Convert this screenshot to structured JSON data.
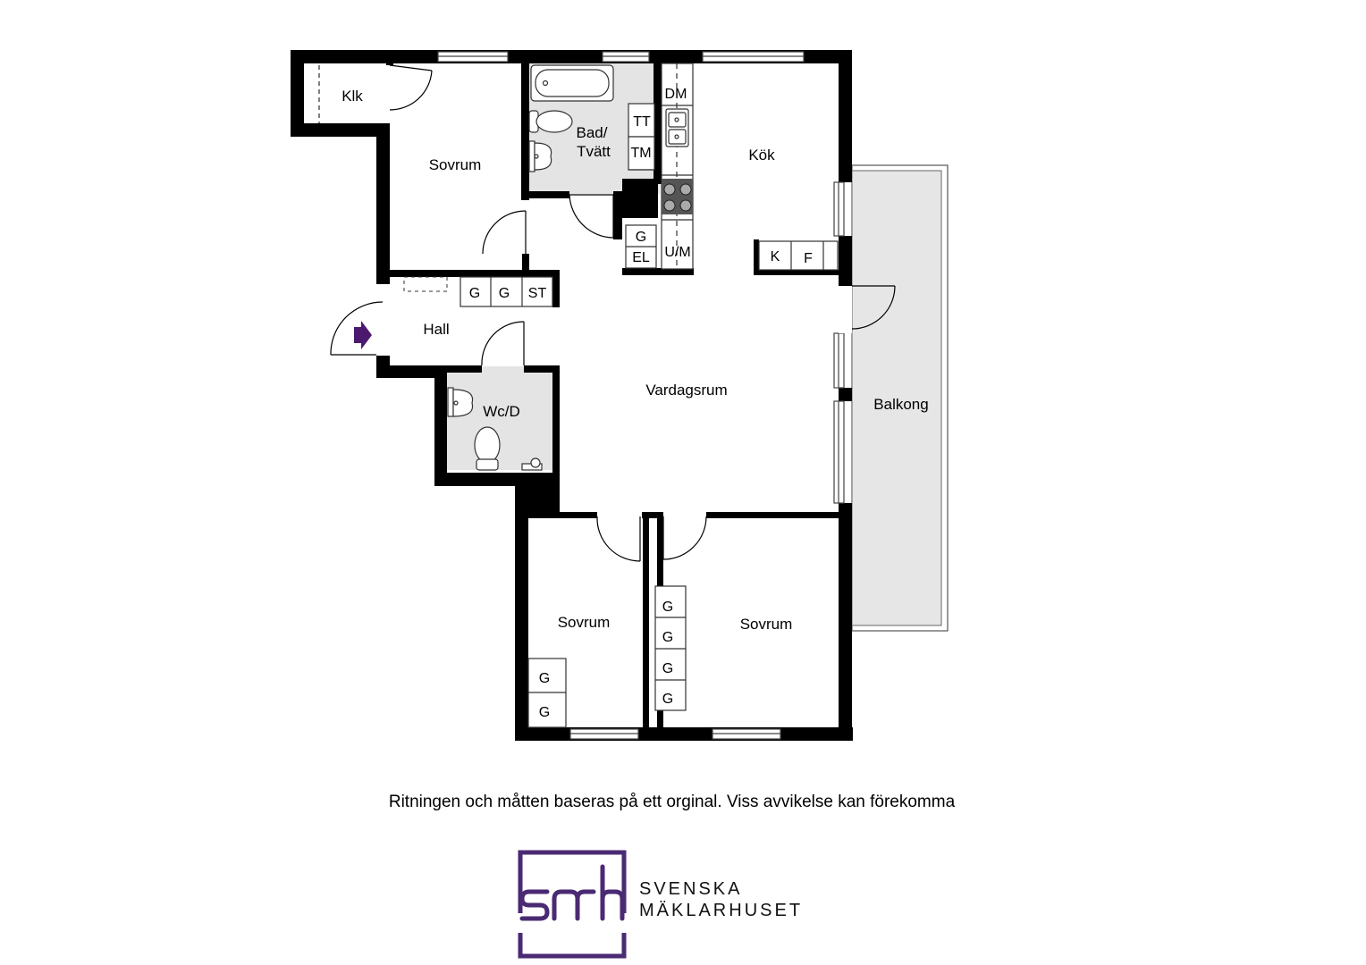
{
  "rooms": {
    "klk": "Klk",
    "sovrum_1": "Sovrum",
    "bad": [
      "Bad/",
      "Tvätt"
    ],
    "kok": "Kök",
    "hall": "Hall",
    "wc": "Wc/D",
    "vardagsrum": "Vardagsrum",
    "balkong": "Balkong",
    "sovrum_2": "Sovrum",
    "sovrum_3": "Sovrum"
  },
  "fixtures": {
    "tt": "TT",
    "tm": "TM",
    "dm": "DM",
    "g": "G",
    "el": "EL",
    "um": "U/M",
    "k": "K",
    "f": "F",
    "st": "ST"
  },
  "disclaimer": "Ritningen och måtten baseras på ett orginal. Viss avvikelse kan förekomma",
  "logo": {
    "mark": "smh",
    "line1": "SVENSKA",
    "line2": "MÄKLARHUSET"
  },
  "colors": {
    "wall": "#000000",
    "wet_floor": "#e4e4e4",
    "balcony": "#e6e6e6",
    "entrance_arrow": "#4b1a6e",
    "brand": "#4a2a73"
  }
}
